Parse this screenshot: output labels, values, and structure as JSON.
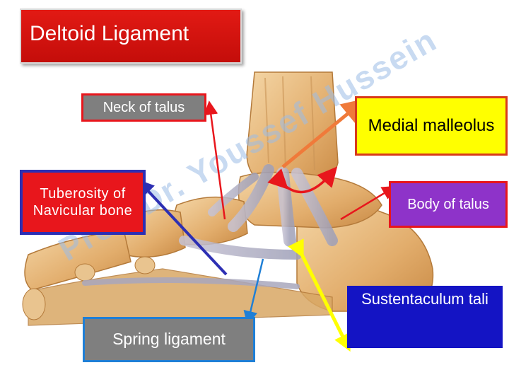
{
  "title": "Deltoid Ligament",
  "labels": {
    "neck_of_talus": "Neck of talus",
    "medial_malleolus": "Medial malleolus",
    "tuberosity_of_navicular": "Tuberosity of Navicular bone",
    "body_of_talus": "Body of talus",
    "spring_ligament": "Spring ligament",
    "sustentaculum_tali": "Sustentaculum tali"
  },
  "watermark": "Prof. Dr. Youssef Hussein",
  "colors": {
    "title_bg": "#e21a14",
    "arrow_red": "#e8161c",
    "arrow_orange": "#f07a3a",
    "arrow_blue": "#2d2fb3",
    "arrow_lightblue": "#1f7fd6",
    "arrow_yellow": "#ffff00",
    "watermark": "#9bbbe6"
  }
}
